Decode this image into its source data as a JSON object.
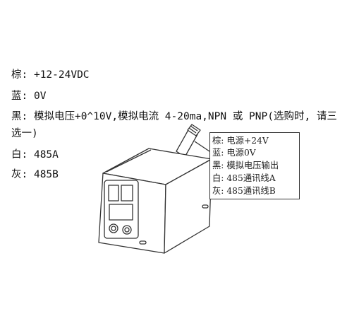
{
  "wiring_list": [
    "棕: +12-24VDC",
    "蓝: 0V",
    "黑: 模拟电压+0^10V,模拟电流 4-20ma,NPN 或 PNP(选购时, 请三",
    "选一)",
    "白: 485A",
    "灰: 485B"
  ],
  "callout": {
    "lines": [
      "棕: 电源+24V",
      "蓝: 电源0V",
      "黑: 模拟电压输出",
      "白: 485通讯线A",
      "灰: 485通讯线B"
    ]
  },
  "colors": {
    "text": "#111111",
    "outline": "#333333",
    "background": "#ffffff"
  }
}
